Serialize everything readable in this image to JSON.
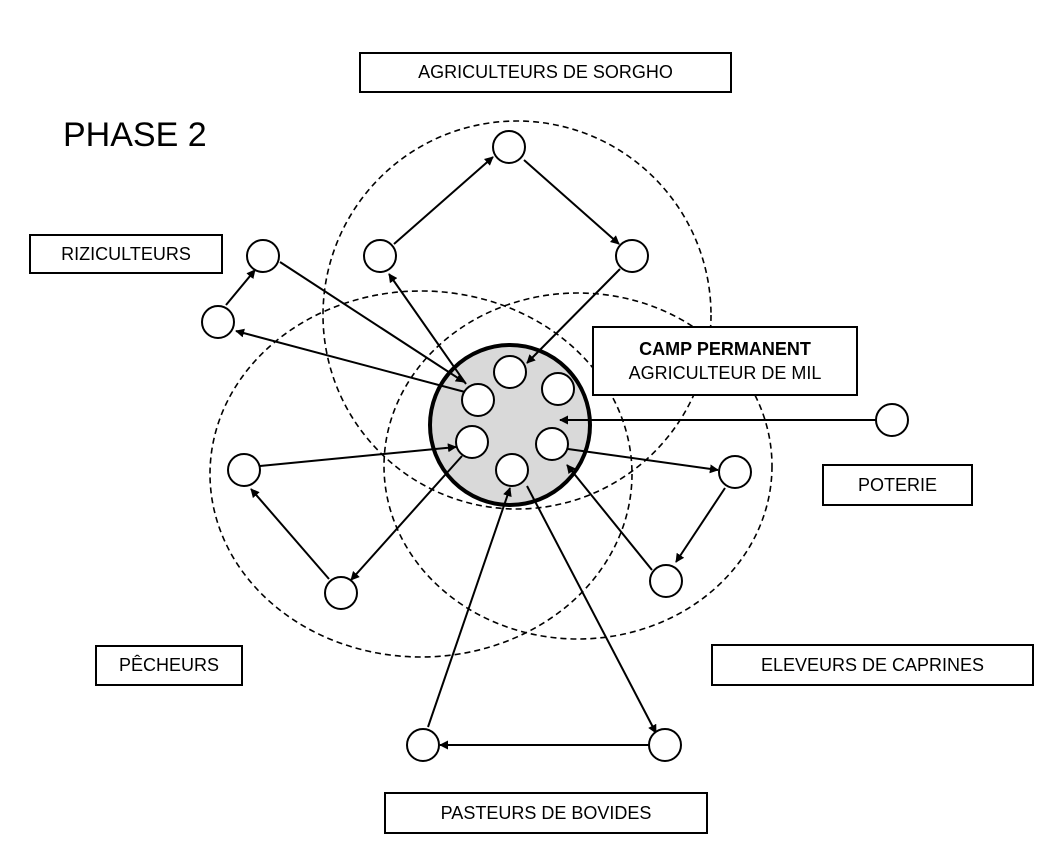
{
  "phase_title": "PHASE 2",
  "camp": {
    "title": "CAMP PERMANENT",
    "subtitle": "AGRICULTEUR DE MIL",
    "fill_color": "#d9d9d9"
  },
  "groups": {
    "sorgho": "AGRICULTEURS DE SORGHO",
    "riziculteurs": "RIZICULTEURS",
    "poterie": "POTERIE",
    "pecheurs": "PÊCHEURS",
    "caprines": "ELEVEURS DE CAPRINES",
    "bovides": "PASTEURS DE BOVIDES"
  }
}
